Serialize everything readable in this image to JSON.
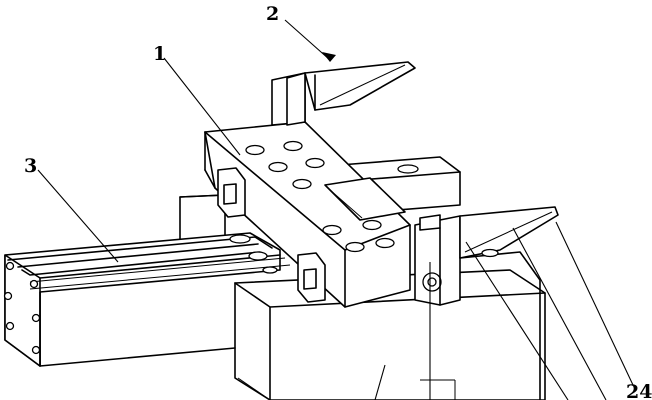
{
  "figure": {
    "part_labels": [
      {
        "id": "label-1",
        "text": "1"
      },
      {
        "id": "label-2",
        "text": "2"
      },
      {
        "id": "label-3",
        "text": "3"
      },
      {
        "id": "label-24",
        "text": "24"
      }
    ]
  }
}
